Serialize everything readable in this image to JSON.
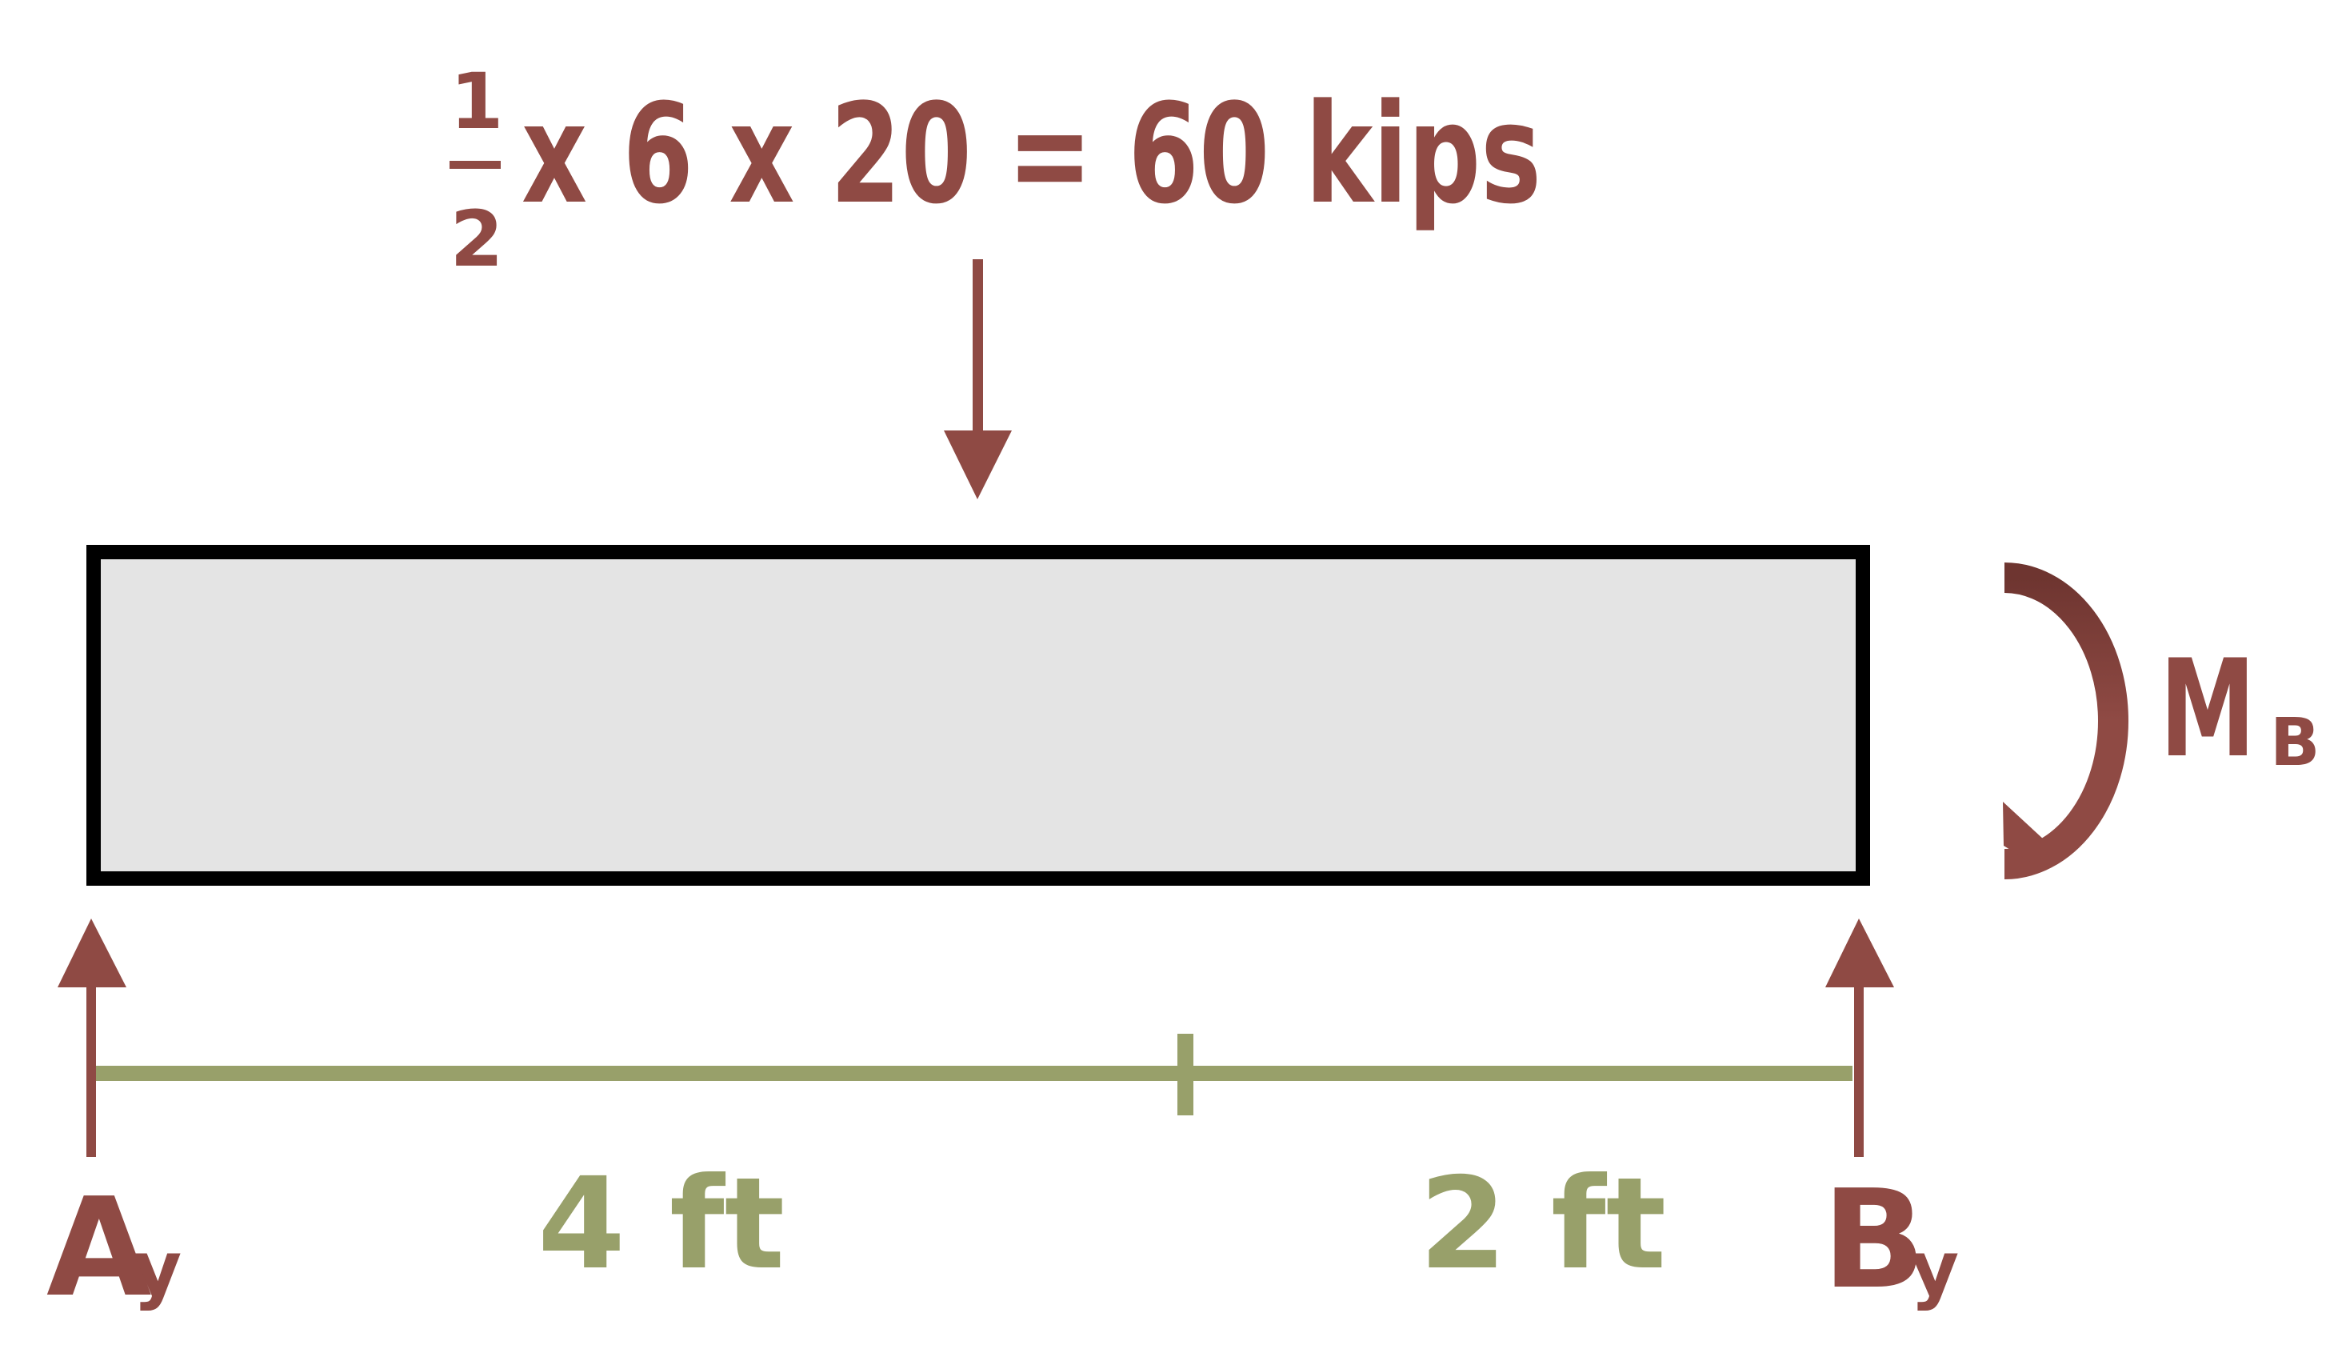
{
  "load": {
    "frac_num": "1",
    "frac_den": "2",
    "expression": "x 6 x 20 = 60 kips"
  },
  "moment": {
    "main": "M",
    "sub": "B"
  },
  "reactions": {
    "a": {
      "main": "A",
      "sub": "y"
    },
    "b": {
      "main": "B",
      "sub": "y"
    }
  },
  "dimensions": {
    "left": "4 ft",
    "right": "2 ft"
  },
  "colors": {
    "load": "#8f4a44",
    "dimension": "#98a06a",
    "beam_fill": "#e4e4e4",
    "beam_stroke": "#000000"
  }
}
